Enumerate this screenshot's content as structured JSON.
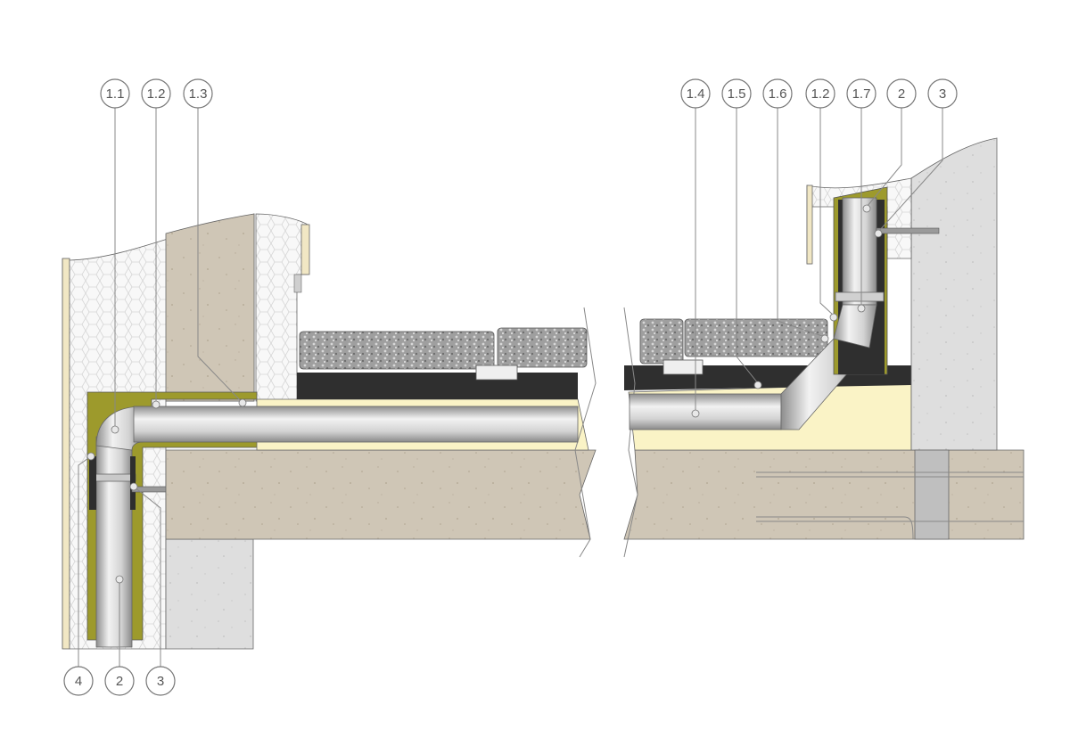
{
  "diagram": {
    "top_left_callouts": [
      "1.1",
      "1.2",
      "1.3"
    ],
    "top_right_callouts": [
      "1.4",
      "1.5",
      "1.6",
      "1.2",
      "1.7",
      "2",
      "3"
    ],
    "bottom_callouts": [
      "4",
      "2",
      "3"
    ]
  },
  "colors": {
    "concrete": "#d9d0c2",
    "slab": "#d4c9b6",
    "insulation_green": "#9d9a2c",
    "pipe": "#dcdcdc",
    "membrane": "#2f2f2f",
    "screed": "#faf3c6",
    "gravel": "#bdbdbd",
    "wall_white": "#f3f3f3",
    "cladding": "#f1e7c4"
  }
}
